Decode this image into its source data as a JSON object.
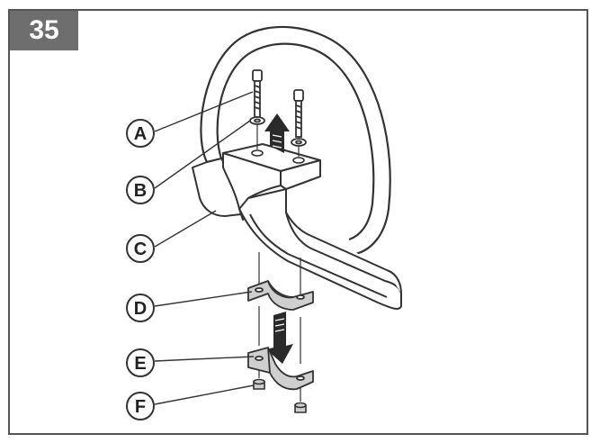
{
  "figure": {
    "step_number": "35",
    "callouts": [
      {
        "label": "A",
        "part": "screw"
      },
      {
        "label": "B",
        "part": "washer"
      },
      {
        "label": "C",
        "part": "handle"
      },
      {
        "label": "D",
        "part": "upper-clamp"
      },
      {
        "label": "E",
        "part": "lower-clamp"
      },
      {
        "label": "F",
        "part": "nut"
      }
    ]
  },
  "colors": {
    "badge": "#6e6e6e",
    "line": "#333333",
    "arrow": "#2a2a2a",
    "clamp": "#cfcfcf"
  }
}
